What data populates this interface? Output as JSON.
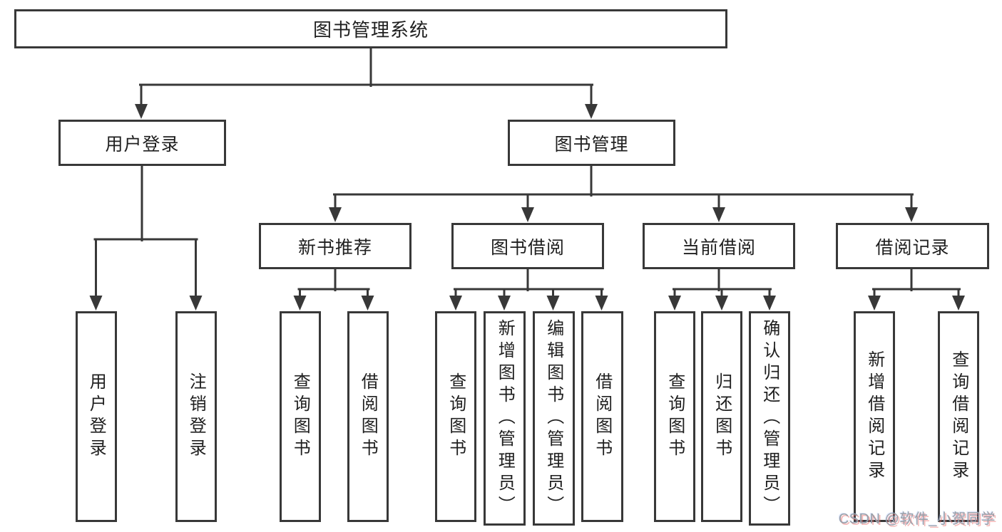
{
  "diagram_type": "hierarchy-flowchart",
  "colors": {
    "line": "#383838",
    "text": "#1f1f1f",
    "box_background": "#ffffff",
    "watermark": "#9aa0a8"
  },
  "tree": {
    "root": "图书管理系统",
    "children": [
      {
        "label": "用户登录",
        "children": [
          {
            "label": "用户登录"
          },
          {
            "label": "注销登录"
          }
        ]
      },
      {
        "label": "图书管理",
        "children": [
          {
            "label": "新书推荐",
            "children": [
              {
                "label": "查询图书"
              },
              {
                "label": "借阅图书"
              }
            ]
          },
          {
            "label": "图书借阅",
            "children": [
              {
                "label": "查询图书"
              },
              {
                "label": "新增图书（管理员）"
              },
              {
                "label": "编辑图书（管理员）"
              },
              {
                "label": "借阅图书"
              }
            ]
          },
          {
            "label": "当前借阅",
            "children": [
              {
                "label": "查询图书"
              },
              {
                "label": "归还图书"
              },
              {
                "label": "确认归还（管理员）"
              }
            ]
          },
          {
            "label": "借阅记录",
            "children": [
              {
                "label": "新增借阅记录"
              },
              {
                "label": "查询借阅记录"
              }
            ]
          }
        ]
      }
    ]
  },
  "watermark": {
    "text": "CSDN @软件_小贺同学"
  }
}
